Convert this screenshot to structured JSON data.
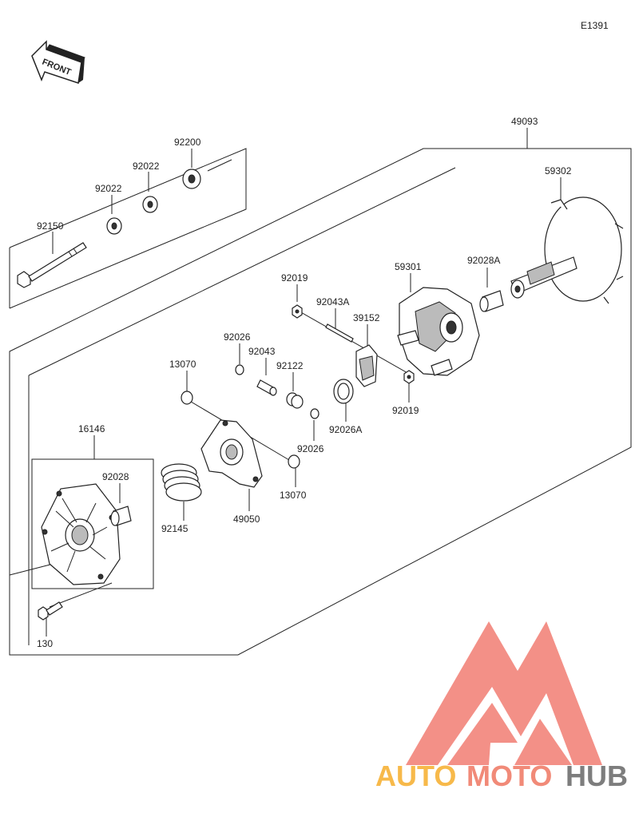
{
  "diagram_code": "E1391",
  "front_label": "FRONT",
  "parts": {
    "p92200": "92200",
    "p92022a": "92022",
    "p92022b": "92022",
    "p92150": "92150",
    "p49093": "49093",
    "p59302": "59302",
    "p59301": "59301",
    "p92028A": "92028A",
    "p92019a": "92019",
    "p92043A": "92043A",
    "p39152": "39152",
    "p92026a": "92026",
    "p92043": "92043",
    "p92122": "92122",
    "p13070a": "13070",
    "p92026A": "92026A",
    "p92019b": "92019",
    "p92026b": "92026",
    "p16146": "16146",
    "p92028": "92028",
    "p92145": "92145",
    "p49050": "49050",
    "p13070b": "13070",
    "p130": "130"
  },
  "watermark": {
    "part1": "AUTO",
    "part2": "MOTO",
    "part3": "HUB",
    "color_auto": "#f7b94a",
    "color_moto": "#f18a78",
    "color_hub": "#7d7d7d",
    "color_logo": "#f17d73"
  }
}
